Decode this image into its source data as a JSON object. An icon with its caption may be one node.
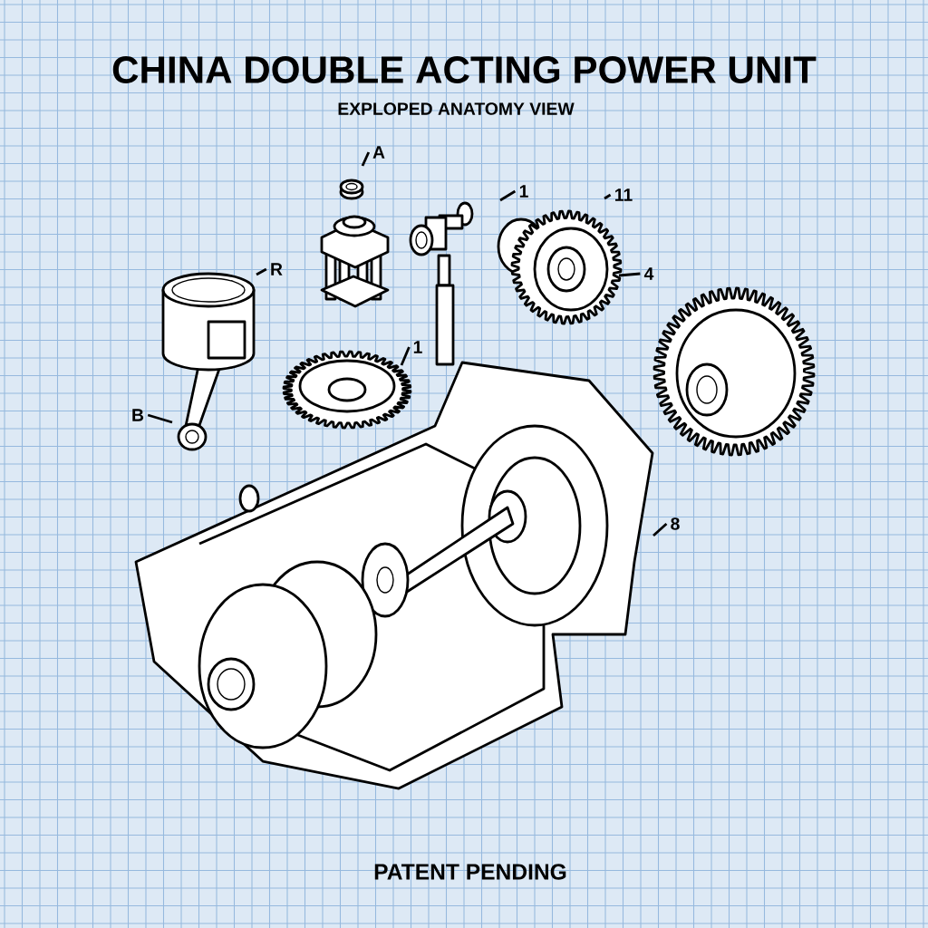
{
  "diagram": {
    "title": "CHINA DOUBLE ACTING POWER UNIT",
    "nodes": [
      {
        "text": [
          "A"
        ]
      },
      {
        "text": [
          "1"
        ]
      },
      {
        "text": [
          "11"
        ]
      },
      {
        "text": [
          "R"
        ]
      },
      {
        "text": [
          "4"
        ]
      },
      {
        "text": [
          "1"
        ]
      },
      {
        "text": [
          "B"
        ]
      },
      {
        "text": [
          "8"
        ]
      }
    ],
    "edges": [
      {
        "from": 0,
        "to": null,
        "arrow": "none"
      },
      {
        "from": 1,
        "to": null,
        "arrow": "none"
      },
      {
        "from": 2,
        "to": null,
        "arrow": "none"
      },
      {
        "from": 3,
        "to": null,
        "arrow": "none"
      },
      {
        "from": 4,
        "to": null,
        "arrow": "none"
      },
      {
        "from": 5,
        "to": null,
        "arrow": "none"
      },
      {
        "from": 6,
        "to": null,
        "arrow": "none"
      },
      {
        "from": 7,
        "to": null,
        "arrow": "none"
      }
    ],
    "labels": [
      "EXPLOPED ANATOMY VIEW",
      "PATENT PENDING"
    ]
  }
}
